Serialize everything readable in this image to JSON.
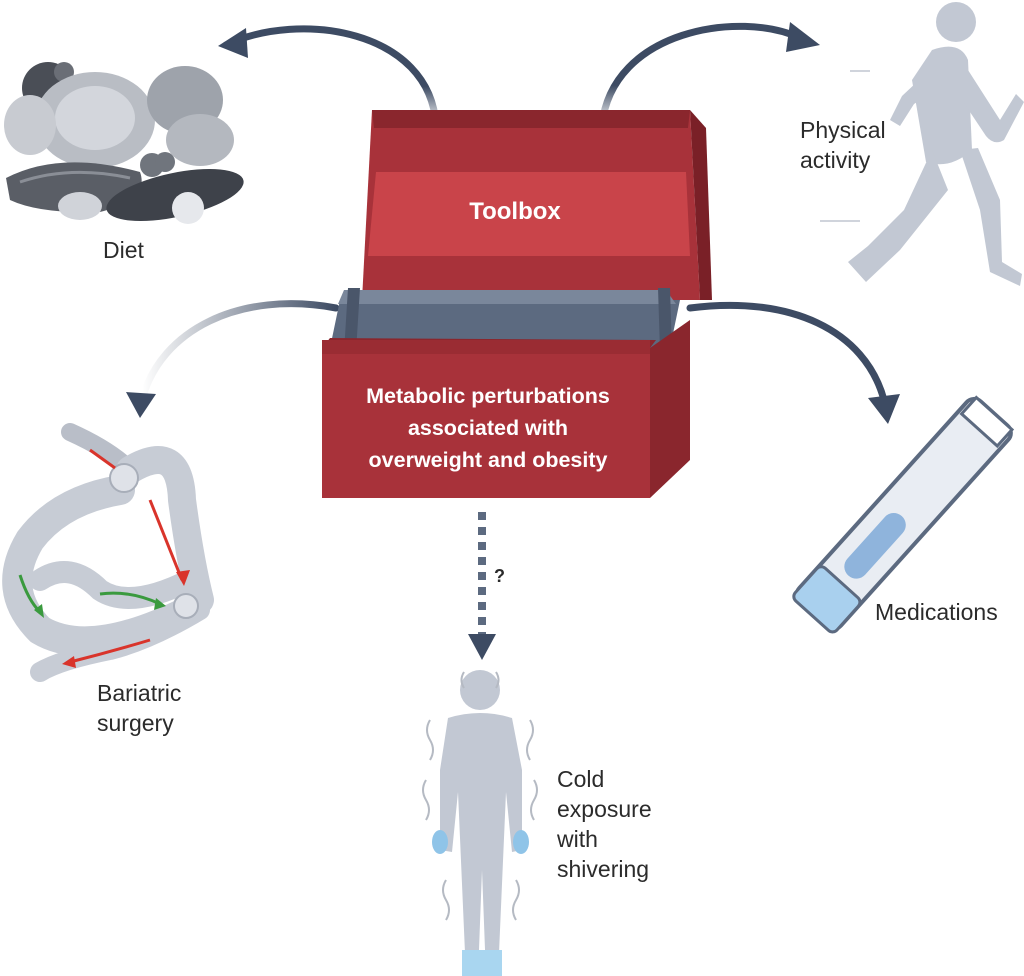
{
  "toolbox": {
    "title": "Toolbox",
    "content_lines": [
      "Metabolic perturbations",
      "associated with",
      "overweight and obesity"
    ]
  },
  "interventions": {
    "diet": {
      "lines": [
        "Diet"
      ],
      "icon": "vegetables-meat-icon"
    },
    "physical_activity": {
      "lines": [
        "Physical",
        "activity"
      ],
      "icon": "running-person-icon"
    },
    "bariatric_surgery": {
      "lines": [
        "Bariatric",
        "surgery"
      ],
      "icon": "gastric-bypass-icon"
    },
    "medications": {
      "lines": [
        "Medications"
      ],
      "icon": "injection-pen-icon"
    },
    "cold_exposure": {
      "lines": [
        "Cold",
        "exposure",
        "with",
        "shivering"
      ],
      "icon": "shivering-person-icon",
      "link_marker": "?"
    }
  },
  "colors": {
    "box_red": "#a8323a",
    "box_dark": "#8a262d",
    "tray": "#5c6a80",
    "arrow": "#3d4b63",
    "figure": "#c2c8d3",
    "gut_red": "#d9342b",
    "gut_green": "#3a9a3e",
    "cold_blue": "#8fc4e8"
  }
}
